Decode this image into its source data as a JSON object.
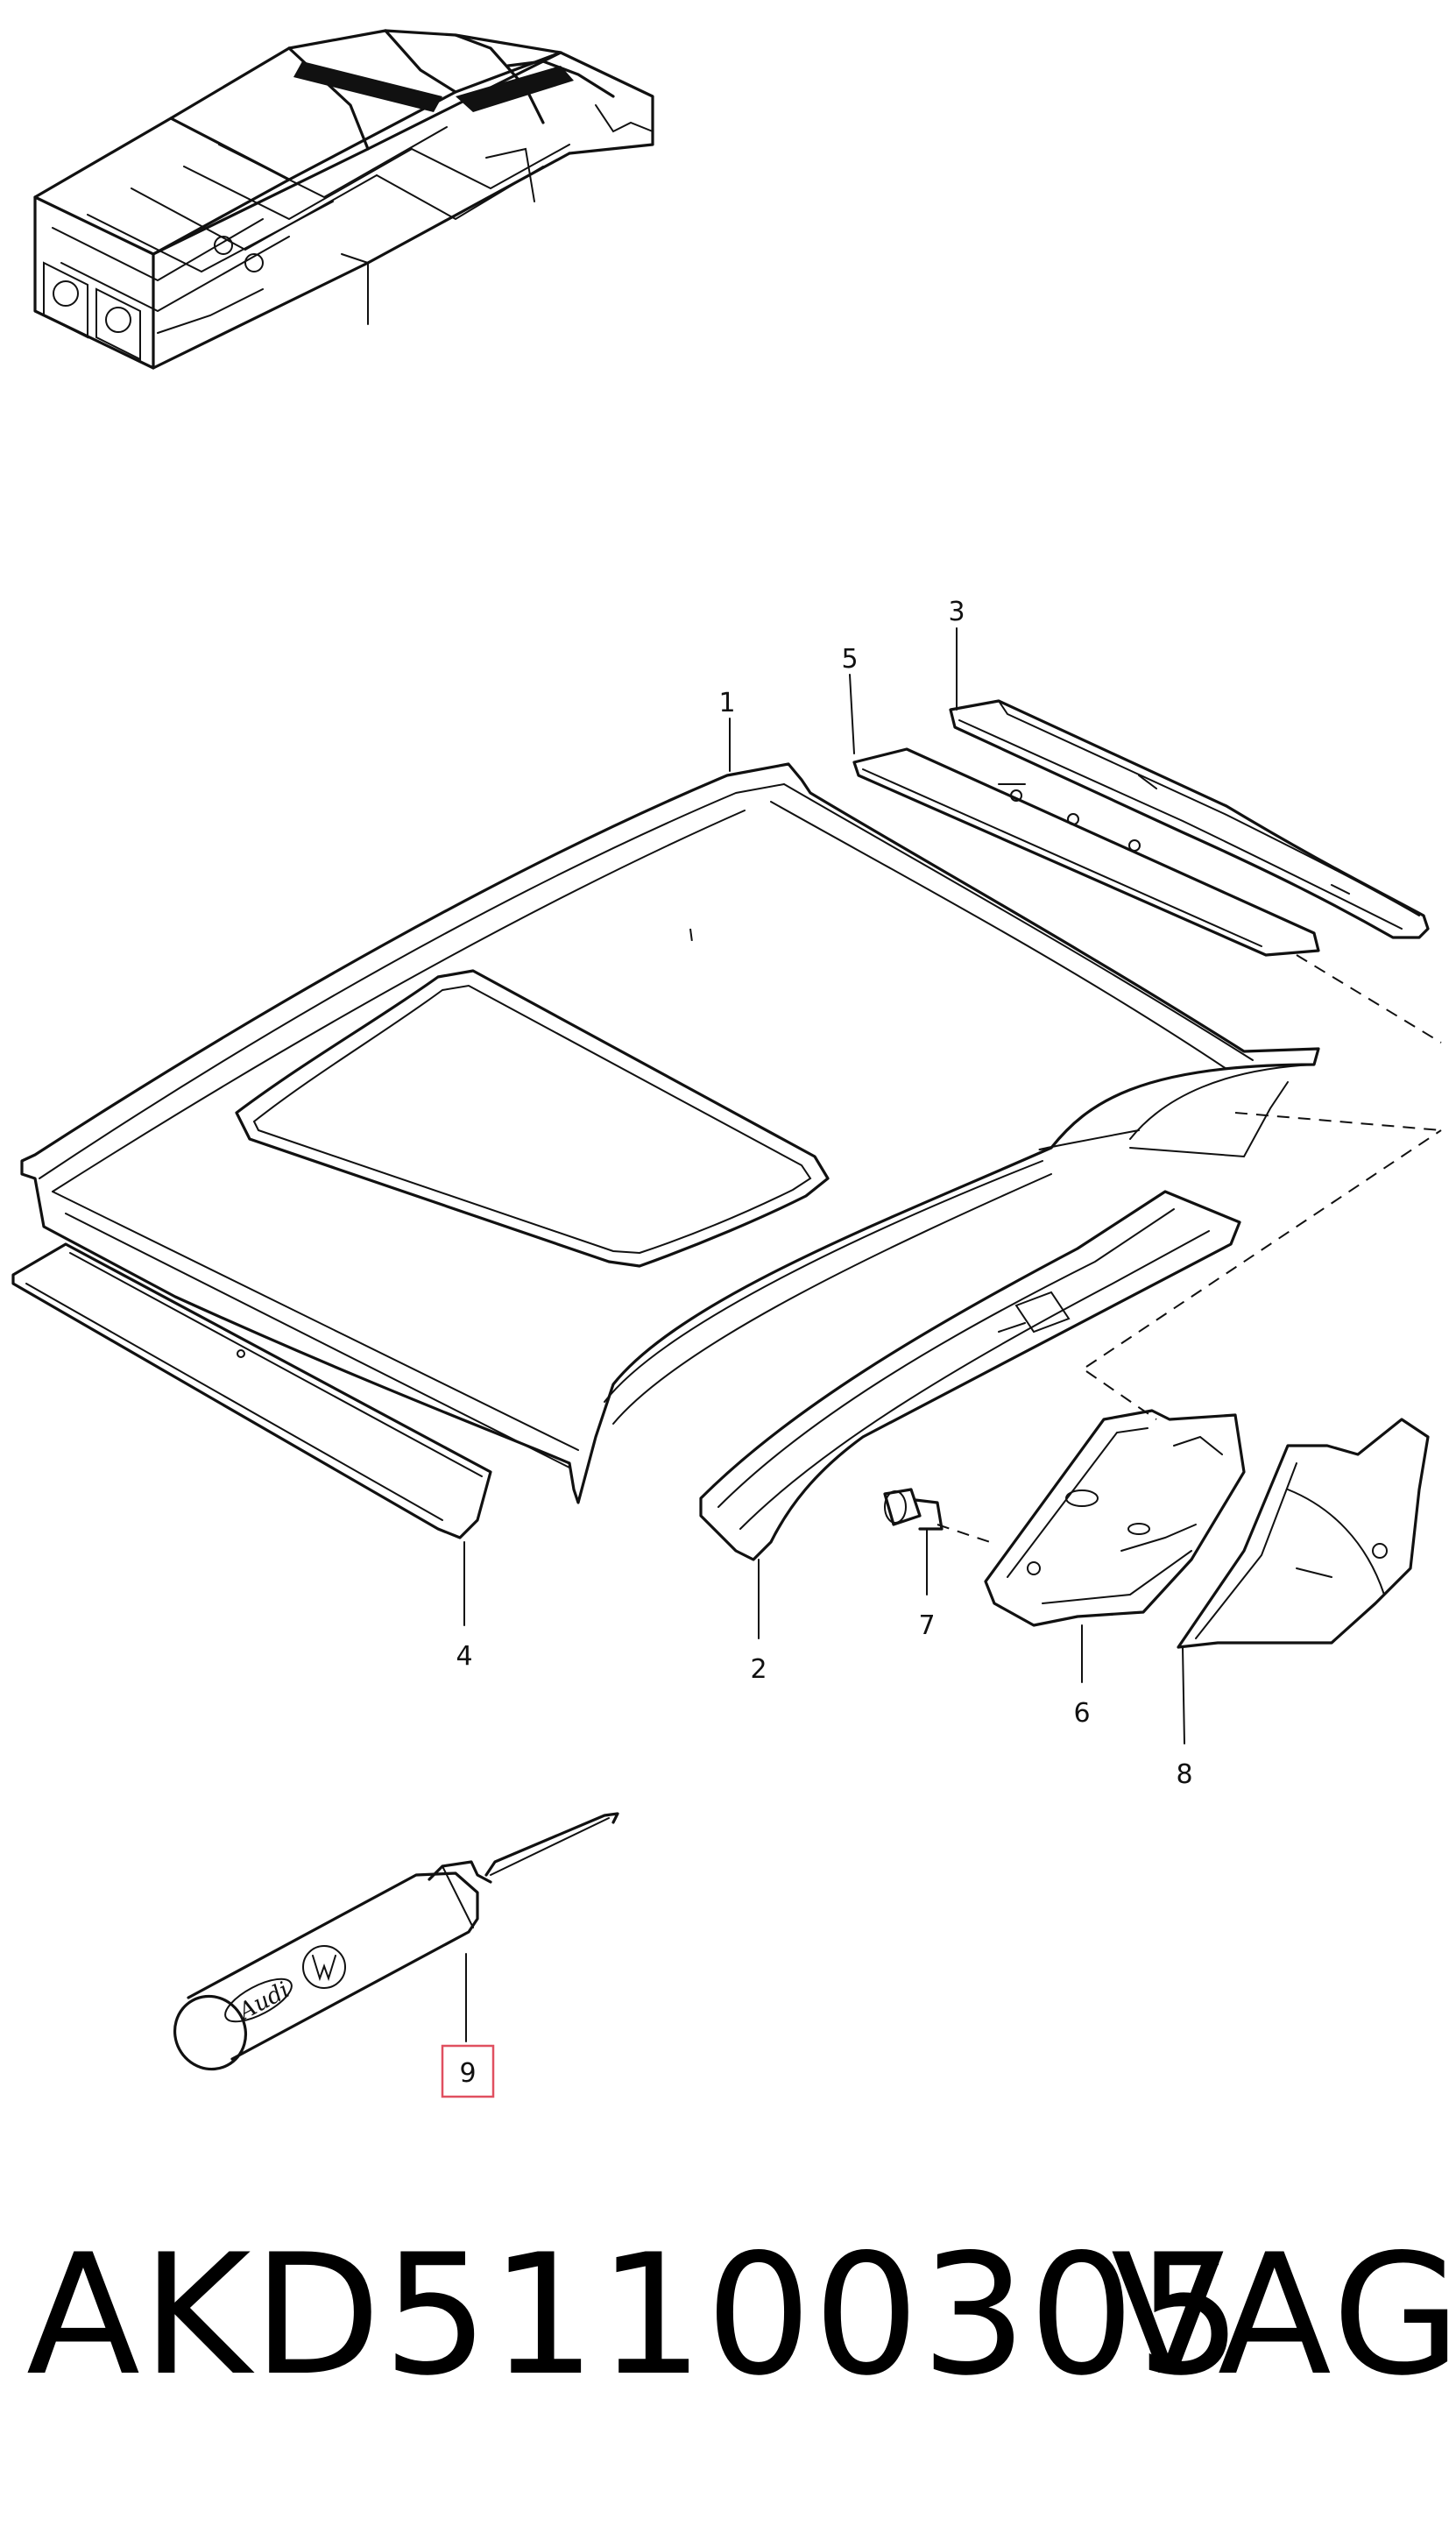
{
  "diagram": {
    "callouts": [
      {
        "id": "1",
        "label": "1"
      },
      {
        "id": "2",
        "label": "2"
      },
      {
        "id": "3",
        "label": "3"
      },
      {
        "id": "4",
        "label": "4"
      },
      {
        "id": "5",
        "label": "5"
      },
      {
        "id": "6",
        "label": "6"
      },
      {
        "id": "7",
        "label": "7"
      },
      {
        "id": "8",
        "label": "8"
      },
      {
        "id": "9",
        "label": "9"
      }
    ],
    "highlighted_callout": "9",
    "tool_logos": {
      "left": "Audi",
      "right": "VW"
    },
    "colors": {
      "line": "#111111",
      "highlight": "#e05060",
      "background": "#ffffff"
    }
  },
  "footer": {
    "part_number": "AKD51100305",
    "brand": "VAG"
  }
}
